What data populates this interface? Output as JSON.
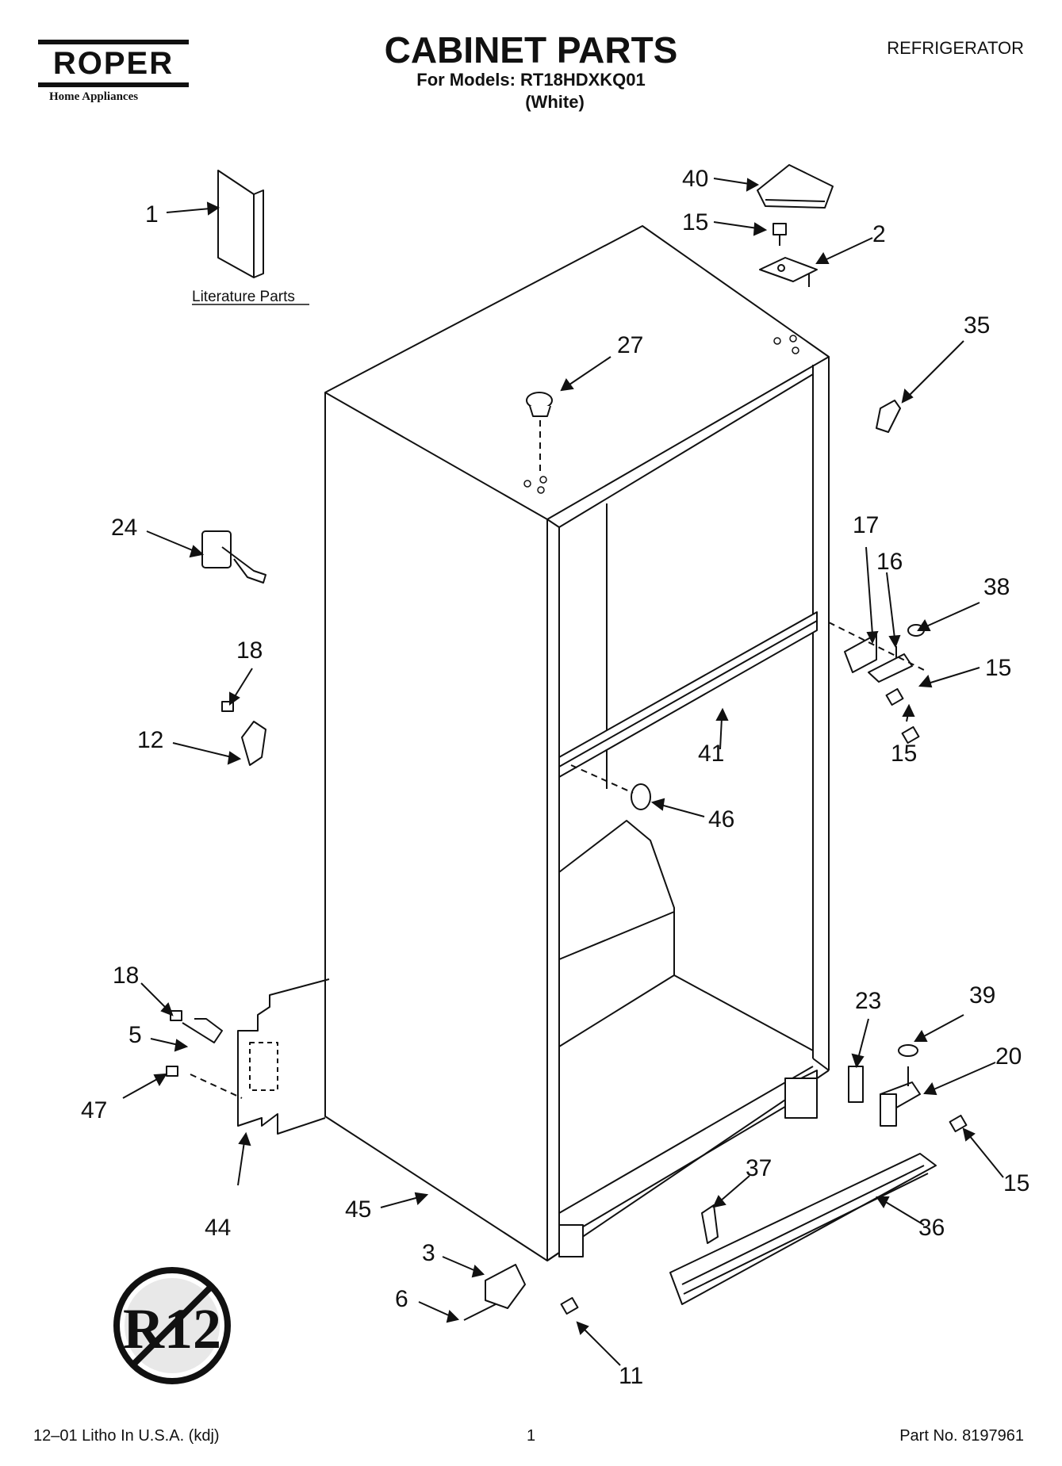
{
  "header": {
    "brand": "ROPER",
    "brand_tagline": "Home Appliances",
    "title": "CABINET PARTS",
    "models_line": "For Models: RT18HDXKQ01",
    "variant": "(White)",
    "category": "REFRIGERATOR"
  },
  "diagram": {
    "literature_label": "Literature Parts",
    "no_r12_logo_text": "R12",
    "callouts": [
      "1",
      "40",
      "15",
      "2",
      "35",
      "27",
      "24",
      "17",
      "16",
      "38",
      "15",
      "18",
      "12",
      "41",
      "15",
      "46",
      "18",
      "5",
      "47",
      "44",
      "45",
      "23",
      "39",
      "20",
      "15",
      "37",
      "36",
      "3",
      "6",
      "11"
    ]
  },
  "footer": {
    "print_info": "12–01 Litho In U.S.A. (kdj)",
    "page_number": "1",
    "part_number": "Part No. 8197961"
  }
}
